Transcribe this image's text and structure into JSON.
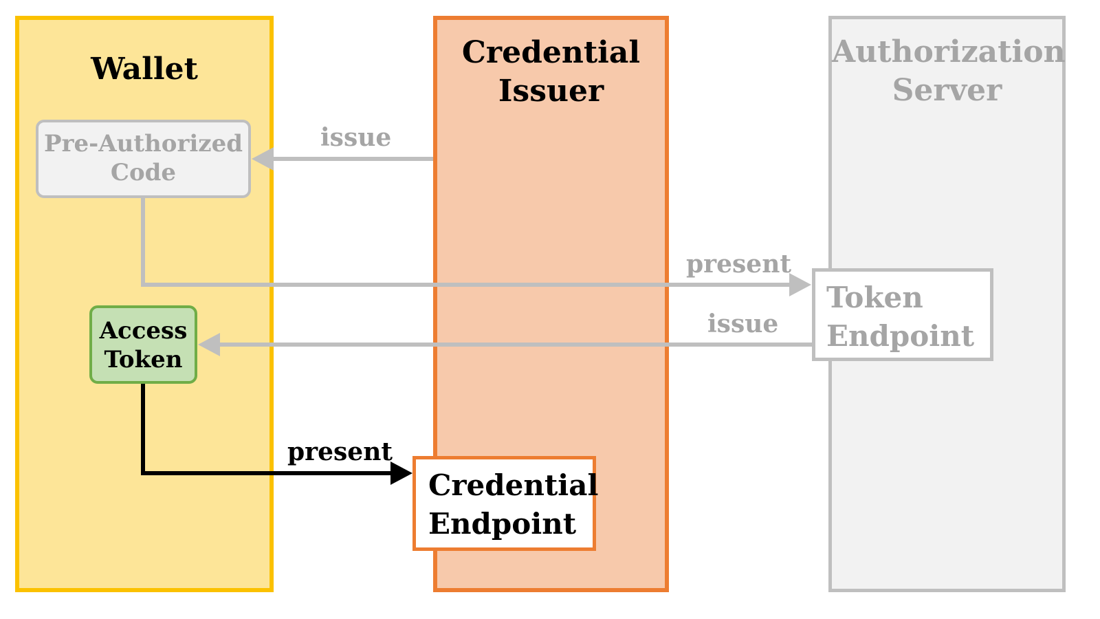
{
  "lanes": {
    "wallet": {
      "title": "Wallet"
    },
    "issuer": {
      "title_lines": [
        "Credential",
        "Issuer"
      ]
    },
    "authorization_server": {
      "title_lines": [
        "Authorization",
        "Server"
      ]
    }
  },
  "boxes": {
    "pre_authorized_code": {
      "lines": [
        "Pre-Authorized",
        "Code"
      ]
    },
    "access_token": {
      "lines": [
        "Access",
        "Token"
      ]
    },
    "token_endpoint": {
      "lines": [
        "Token",
        "Endpoint"
      ]
    },
    "credential_endpoint": {
      "lines": [
        "Credential",
        "Endpoint"
      ]
    }
  },
  "arrows": {
    "issuer_to_preauth": {
      "label": "issue"
    },
    "preauth_to_token_endpoint": {
      "label": "present"
    },
    "token_endpoint_to_access_token": {
      "label": "issue"
    },
    "access_token_to_credential_endpoint": {
      "label": "present"
    }
  },
  "colors": {
    "wallet_fill": "#fde598",
    "wallet_border": "#fbc100",
    "issuer_fill": "#f7c9ab",
    "issuer_border": "#ed7d31",
    "as_fill": "#f2f2f2",
    "as_border": "#bfbfbf",
    "access_token_fill": "#c5e0b4",
    "access_token_border": "#70ad47",
    "inactive_arrow": "#bfbfbf",
    "active_arrow": "#000000",
    "inactive_text": "#a5a5a5",
    "active_text": "#000000"
  }
}
